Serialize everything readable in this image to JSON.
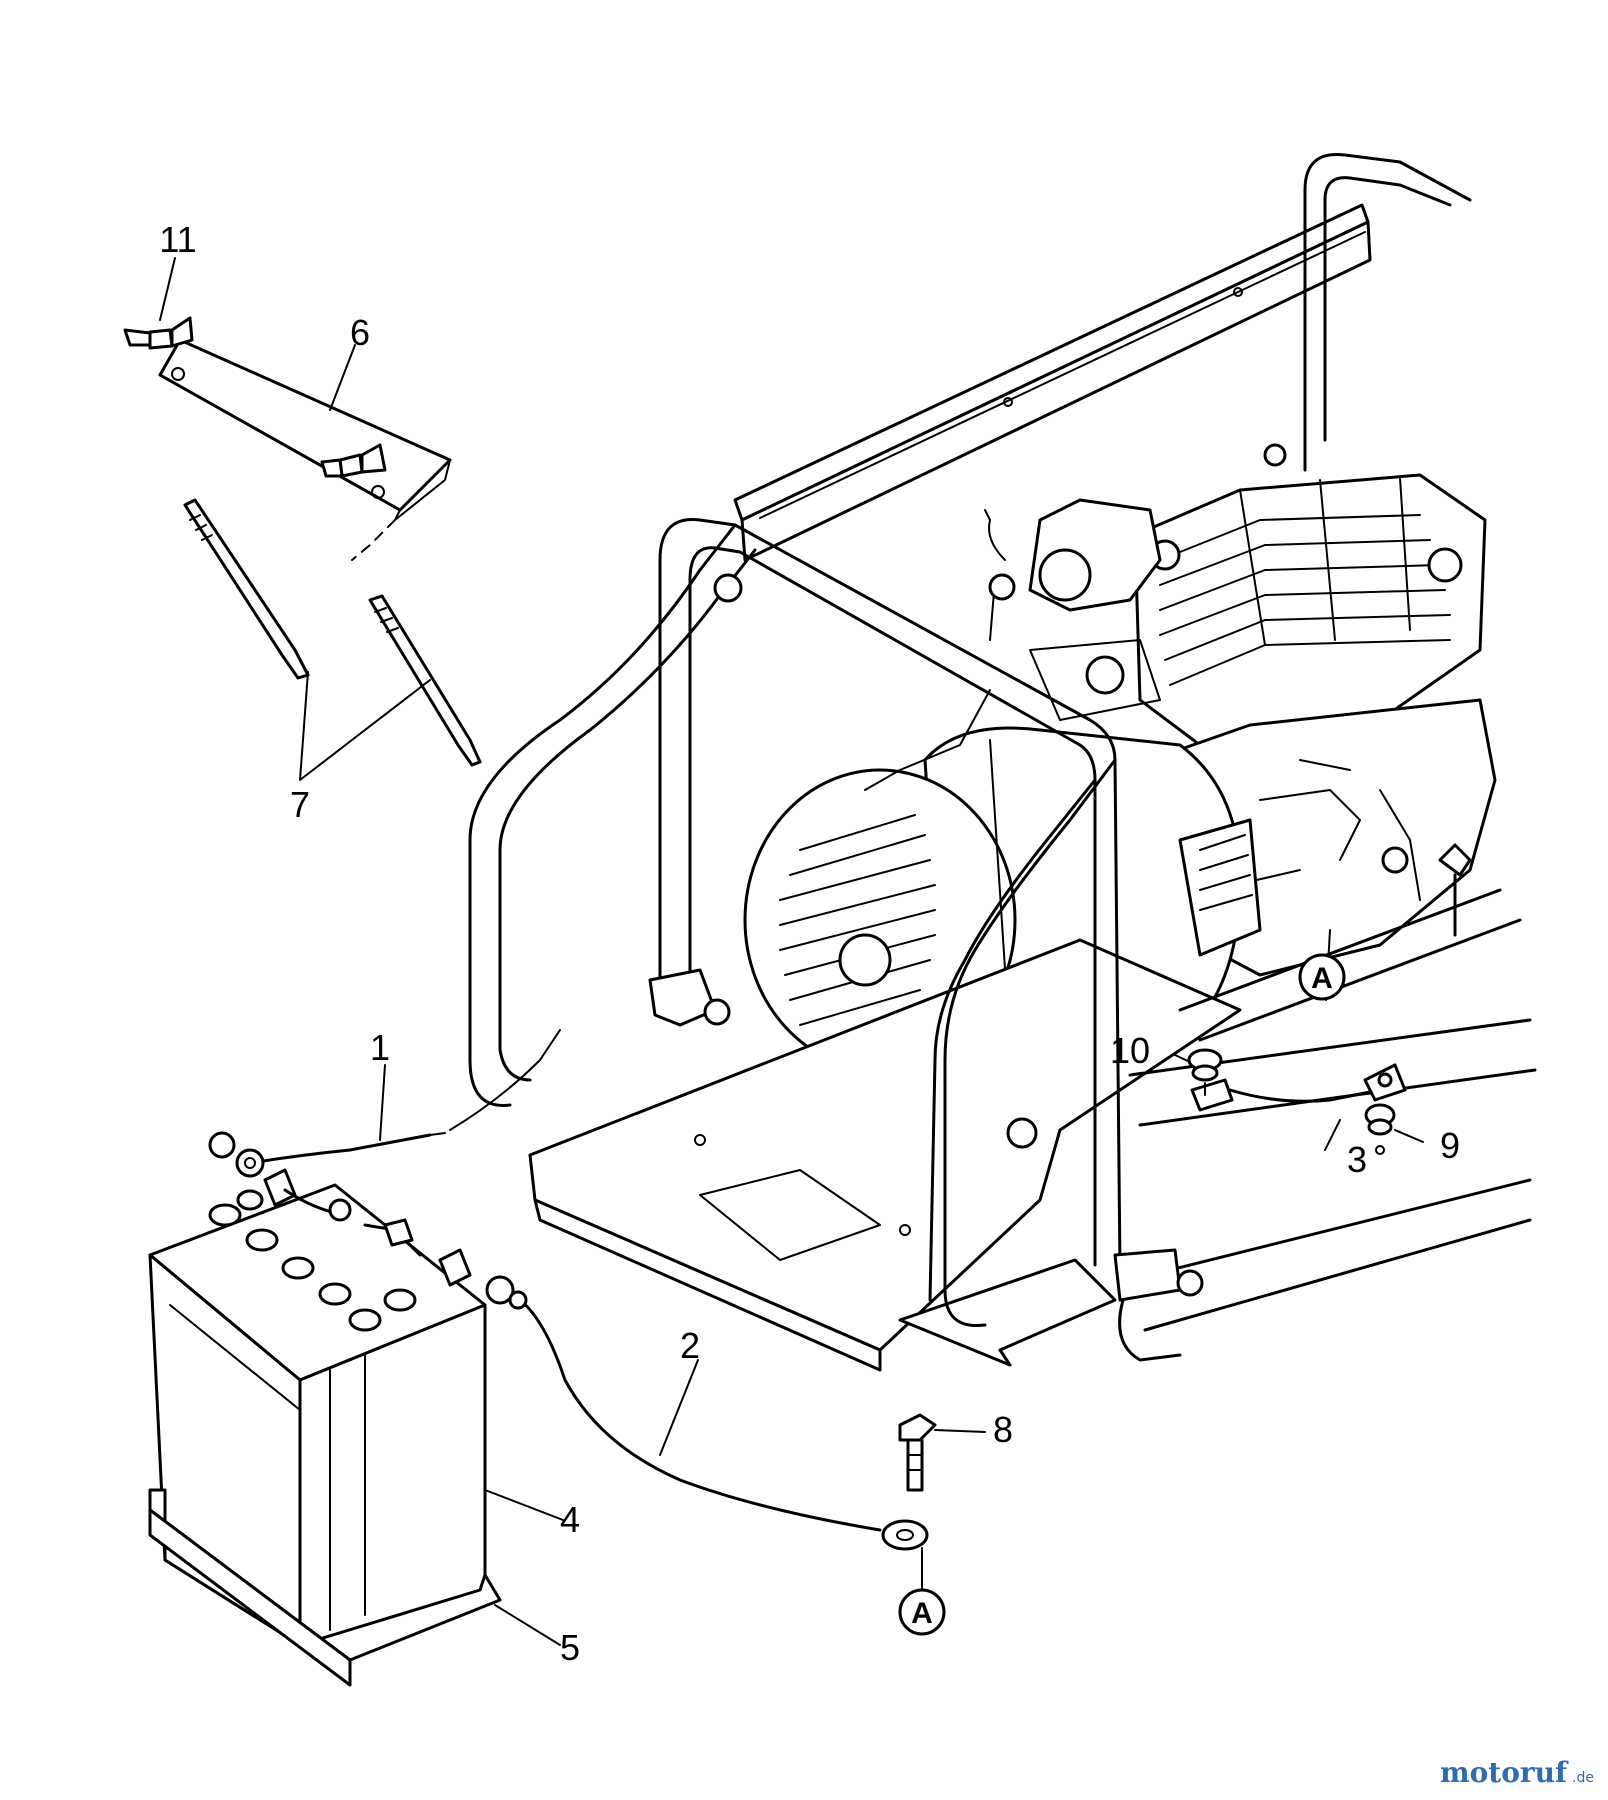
{
  "callouts": [
    {
      "id": "1",
      "text": "1"
    },
    {
      "id": "2",
      "text": "2"
    },
    {
      "id": "3",
      "text": "3"
    },
    {
      "id": "4",
      "text": "4"
    },
    {
      "id": "5",
      "text": "5"
    },
    {
      "id": "6",
      "text": "6"
    },
    {
      "id": "7",
      "text": "7"
    },
    {
      "id": "8",
      "text": "8"
    },
    {
      "id": "9",
      "text": "9"
    },
    {
      "id": "10",
      "text": "10"
    },
    {
      "id": "11",
      "text": "11"
    }
  ],
  "reference_marks": [
    {
      "text": "A"
    },
    {
      "text": "A"
    }
  ],
  "watermark": {
    "brand": "motoruf",
    "tld": ".de",
    "color_main": "#2e6bb0",
    "color_accent": "#e05a1a"
  }
}
